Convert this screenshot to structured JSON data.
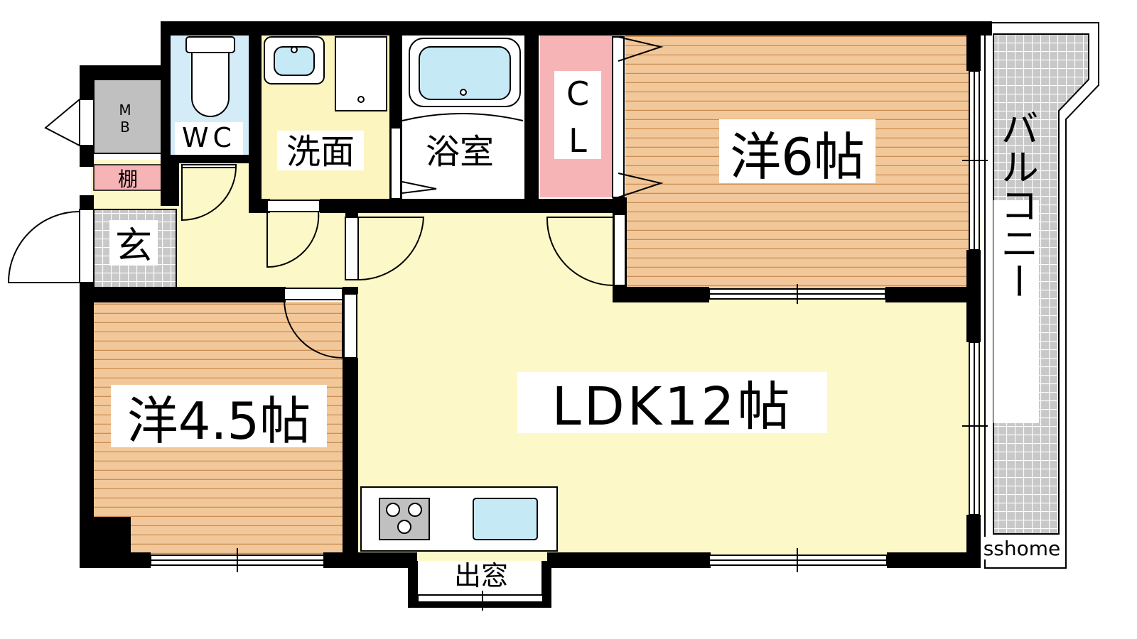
{
  "rooms": {
    "wc": "WC",
    "mb": "MB",
    "washroom": "洗面",
    "bath": "浴室",
    "closet": "CL",
    "western_6": "洋6帖",
    "shelf": "棚",
    "entrance": "玄",
    "western_45": "洋4.5帖",
    "ldk": "LDK12帖",
    "bay_window": "出窓",
    "balcony": "バルコニー"
  },
  "watermark": "sshome",
  "colors": {
    "wall": "#000000",
    "wood_floor": "#f2c89a",
    "wood_line": "#c98d55",
    "ldk_floor": "#fdf8c8",
    "wash_floor": "#fdf5c0",
    "wc_floor": "#d4ecf8",
    "closet": "#f6b4b6",
    "tile": "#c8c8c8",
    "water": "#c6e9f6",
    "mb_box": "#c0c0c0"
  }
}
